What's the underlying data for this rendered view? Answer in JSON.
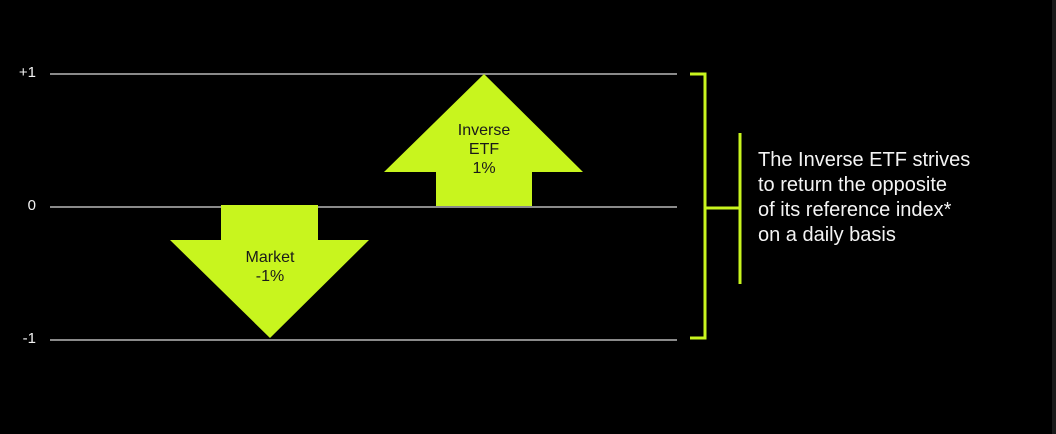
{
  "colors": {
    "background": "#000000",
    "accent": "#c8f51e",
    "gridline": "#8a8a8a",
    "text": "#f4f4f4",
    "arrow_text": "#1a1a1a"
  },
  "y_axis": {
    "ticks": [
      {
        "label": "+1",
        "value": 1
      },
      {
        "label": "0",
        "value": 0
      },
      {
        "label": "-1",
        "value": -1
      }
    ]
  },
  "arrows": {
    "market": {
      "direction": "down",
      "line1": "Market",
      "line2": "-1%",
      "value": -1
    },
    "inverse": {
      "direction": "up",
      "line1": "Inverse",
      "line2": "ETF",
      "line3": "1%",
      "value": 1
    }
  },
  "annotation": {
    "lines": [
      "The Inverse ETF strives",
      "to return the opposite",
      "of its reference index*",
      "on a daily basis"
    ]
  },
  "chart_data": {
    "type": "bar",
    "title": "",
    "categories": [
      "Market",
      "Inverse ETF"
    ],
    "values": [
      -1,
      1
    ],
    "value_labels": [
      "-1%",
      "1%"
    ],
    "ylim": [
      -1,
      1
    ],
    "yticks": [
      "+1",
      "0",
      "-1"
    ],
    "grid": true,
    "annotation": "The Inverse ETF strives to return the opposite of its reference index* on a daily basis"
  }
}
